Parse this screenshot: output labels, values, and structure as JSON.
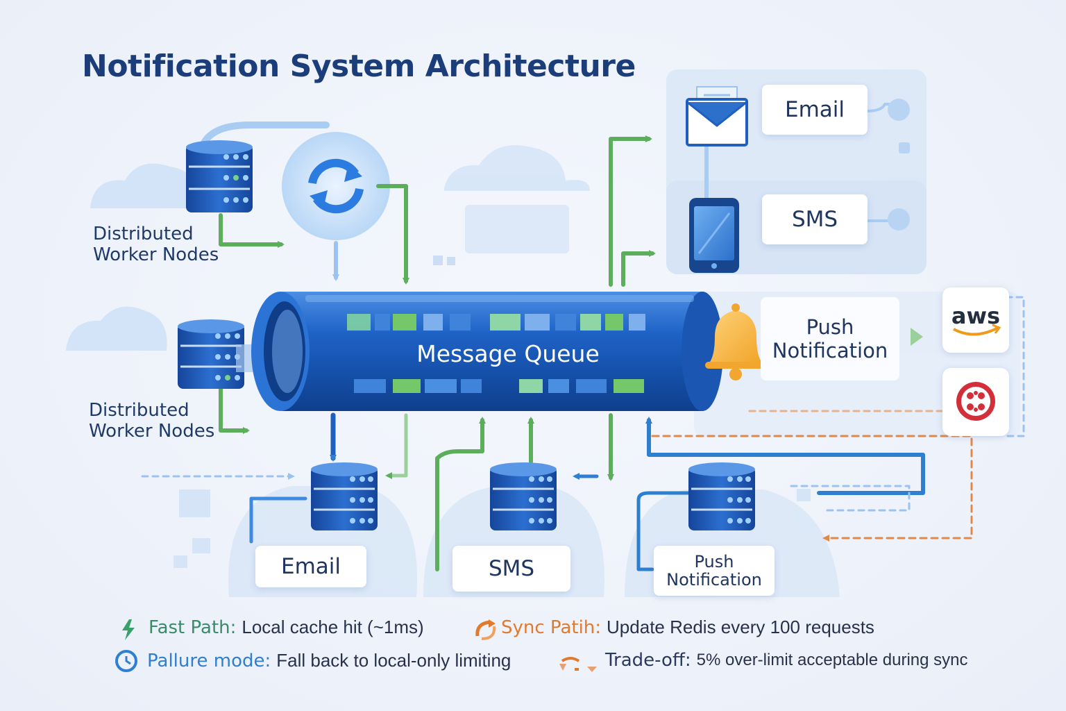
{
  "title": "Notification System Architecture",
  "worker_labels": [
    {
      "line1": "Distributed",
      "line2": "Worker Nodes"
    },
    {
      "line1": "Distributed",
      "line2": "Worker Nodes"
    }
  ],
  "queue": {
    "label": "Message Queue"
  },
  "channels_top": {
    "email": "Email",
    "sms": "SMS"
  },
  "push_card": {
    "line1": "Push",
    "line2": "Notification"
  },
  "providers": [
    {
      "name": "aws"
    },
    {
      "name": "twilio-icon"
    }
  ],
  "channels_bottom": {
    "email": "Email",
    "sms": "SMS",
    "push_line1": "Push",
    "push_line2": "Notification"
  },
  "legend": [
    {
      "key": "Fast Path:",
      "text": "Local cache hit (~1ms)",
      "color": "#3a8a6c",
      "icon": "lightning-icon"
    },
    {
      "key": "Sync Patih:",
      "text": "Update Redis every 100 requests",
      "color": "#e07a2e",
      "icon": "sync-icon"
    },
    {
      "key": "Pallure mode:",
      "text": "Fall back to local-only limiting",
      "color": "#2f7fd0",
      "icon": "clock-icon"
    },
    {
      "key": "Trade-off:",
      "text": "5% over-limit acceptable during sync",
      "color": "#2b3a5c",
      "icon": "scale-icon"
    }
  ],
  "colors": {
    "title": "#1b3d7a",
    "queue": "#1f5fbf",
    "green_arrow": "#5cae5c",
    "blue_arrow": "#2f7fd0",
    "orange_dash": "#e08a4a",
    "bell": "#f4b23c"
  }
}
